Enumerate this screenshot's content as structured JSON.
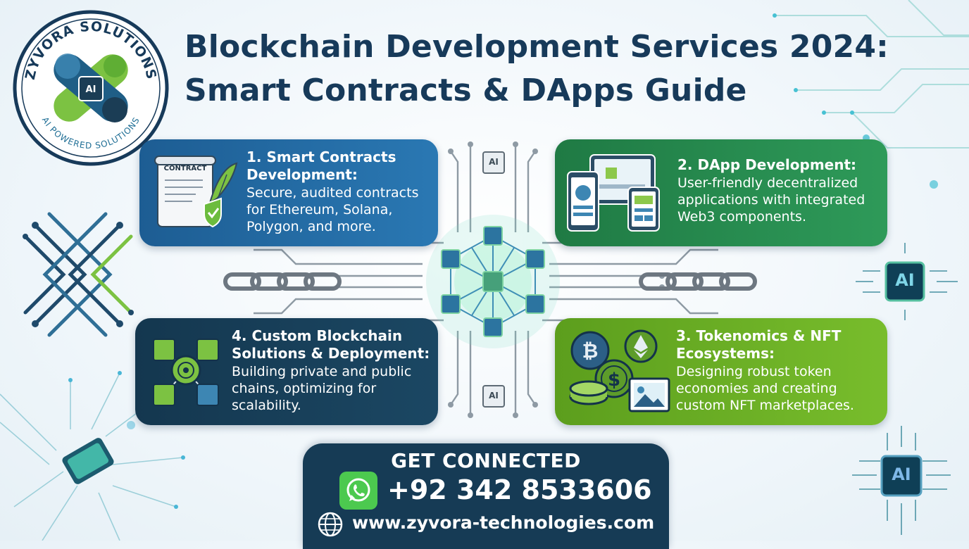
{
  "logo": {
    "top_text": "ZYVORA SOLUTIONS",
    "bottom_text": "AI POWERED SOLUTIONS",
    "chip_label": "AI"
  },
  "title": {
    "line1": "Blockchain Development Services 2024:",
    "line2": "Smart Contracts & DApps Guide"
  },
  "cards": [
    {
      "heading": "1. Smart Contracts Development:",
      "heading_line1": "1. Smart Contracts",
      "heading_line2": "Development:",
      "body_lines": [
        "Secure, audited contracts",
        "for Ethereum, Solana,",
        "Polygon, and more."
      ],
      "icon": "contract-scroll-icon",
      "icon_label": "CONTRACT"
    },
    {
      "heading": "2. DApp Development:",
      "body_lines": [
        "User-friendly decentralized",
        "applications with integrated",
        "Web3 components."
      ],
      "icon": "devices-icon"
    },
    {
      "heading": "3. Tokenomics & NFT Ecosystems:",
      "heading_line1": "3. Tokenomics & NFT",
      "heading_line2": "Ecosystems:",
      "body_lines": [
        "Designing robust token",
        "economies and creating",
        "custom NFT marketplaces."
      ],
      "icon": "coins-icon"
    },
    {
      "heading": "4. Custom Blockchain Solutions & Deployment:",
      "heading_line1": "4. Custom Blockchain",
      "heading_line2": "Solutions & Deployment:",
      "body_lines": [
        "Building private and public",
        "chains, optimizing for",
        "scalability."
      ],
      "icon": "blockchain-network-icon"
    }
  ],
  "chips": {
    "label": "AI"
  },
  "contact": {
    "heading": "GET CONNECTED",
    "phone": "+92 342 8533606",
    "website": "www.zyvora-technologies.com",
    "phone_icon": "whatsapp-icon",
    "web_icon": "globe-icon"
  },
  "colors": {
    "title": "#173a5a",
    "card1": "#2a78b3",
    "card2": "#2e9a59",
    "card3": "#78bd2c",
    "card4": "#1b4763",
    "contact_bg": "#163b55",
    "accent_green": "#7cc242"
  }
}
